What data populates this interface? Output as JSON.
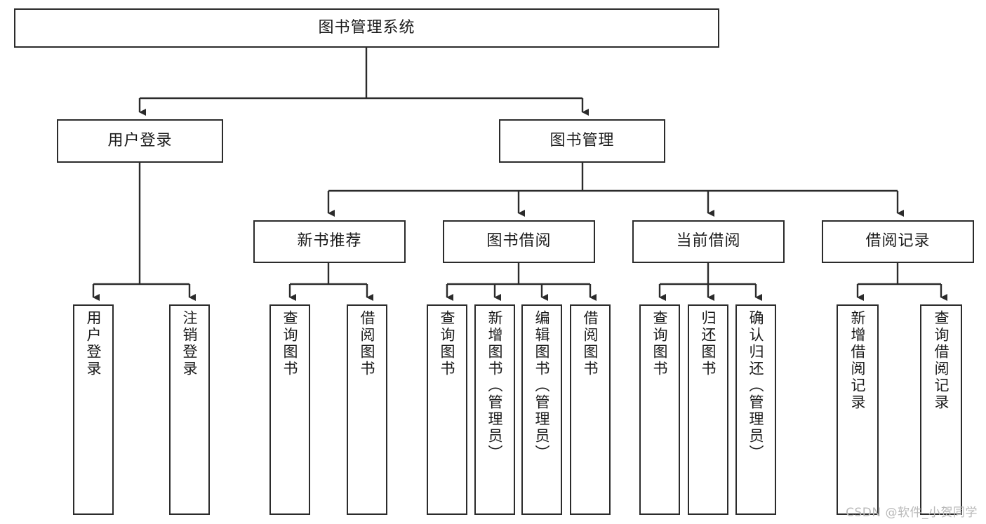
{
  "diagram": {
    "title": "图书管理系统",
    "type": "hierarchy-tree",
    "root": {
      "label": "图书管理系统"
    },
    "level2": [
      {
        "id": "user-login",
        "label": "用户登录"
      },
      {
        "id": "book-management",
        "label": "图书管理"
      }
    ],
    "level3": [
      {
        "id": "new-book-recommend",
        "label": "新书推荐",
        "parent": "book-management"
      },
      {
        "id": "book-borrow",
        "label": "图书借阅",
        "parent": "book-management"
      },
      {
        "id": "current-borrow",
        "label": "当前借阅",
        "parent": "book-management"
      },
      {
        "id": "borrow-record",
        "label": "借阅记录",
        "parent": "book-management"
      }
    ],
    "leaves": [
      {
        "id": "leaf-user-login",
        "label": "用户登录",
        "parent": "user-login"
      },
      {
        "id": "leaf-logout-login",
        "label": "注销登录",
        "parent": "user-login"
      },
      {
        "id": "leaf-query-book-1",
        "label": "查询图书",
        "parent": "new-book-recommend"
      },
      {
        "id": "leaf-borrow-book-1",
        "label": "借阅图书",
        "parent": "new-book-recommend"
      },
      {
        "id": "leaf-query-book-2",
        "label": "查询图书",
        "parent": "book-borrow"
      },
      {
        "id": "leaf-add-book",
        "label": "新增图书（管理员）",
        "parent": "book-borrow"
      },
      {
        "id": "leaf-edit-book",
        "label": "编辑图书（管理员）",
        "parent": "book-borrow"
      },
      {
        "id": "leaf-borrow-book-2",
        "label": "借阅图书",
        "parent": "book-borrow"
      },
      {
        "id": "leaf-query-book-3",
        "label": "查询图书",
        "parent": "current-borrow"
      },
      {
        "id": "leaf-return-book",
        "label": "归还图书",
        "parent": "current-borrow"
      },
      {
        "id": "leaf-confirm-return",
        "label": "确认归还（管理员）",
        "parent": "current-borrow"
      },
      {
        "id": "leaf-add-record",
        "label": "新增借阅记录",
        "parent": "borrow-record"
      },
      {
        "id": "leaf-query-record",
        "label": "查询借阅记录",
        "parent": "borrow-record"
      }
    ],
    "watermark": "CSDN @软件_小贺同学",
    "colors": {
      "border": "#2b2b2b",
      "text": "#1a1a1a",
      "background": "#ffffff",
      "watermark": "#b9b9b9"
    }
  }
}
